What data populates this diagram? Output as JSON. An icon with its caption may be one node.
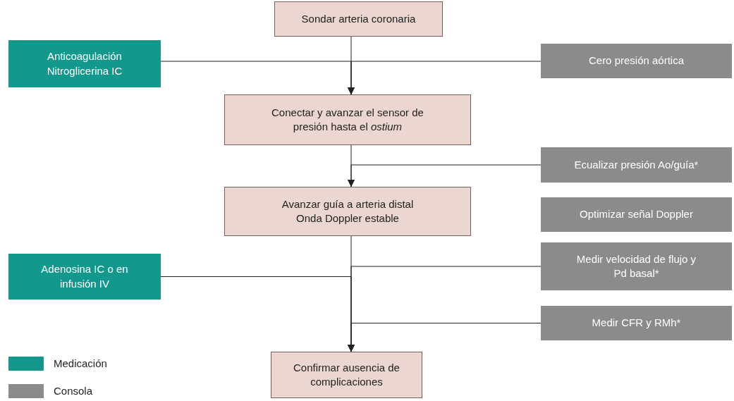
{
  "diagram": {
    "nodes": [
      {
        "text": [
          "Sondar arteria coronaria"
        ]
      },
      {
        "text": [
          "Anticoagulación Nitroglicerina IC"
        ]
      },
      {
        "text": [
          "Cero presión aórtica"
        ]
      },
      {
        "text": [
          "Conectar y avanzar el sensor de presión hasta el *ostium*"
        ]
      },
      {
        "text": [
          "Ecualizar presión Ao/guía*"
        ]
      },
      {
        "text": [
          "Avanzar guía a arteria distal Onda Doppler estable"
        ]
      },
      {
        "text": [
          "Optimizar señal Doppler"
        ]
      },
      {
        "text": [
          "Medir velocidad de flujo y Pd basal*"
        ]
      },
      {
        "text": [
          "Adenosina IC o en infusión IV"
        ]
      },
      {
        "text": [
          "Medir CFR y RMh*"
        ]
      },
      {
        "text": [
          "Confirmar ausencia de complicaciones"
        ]
      }
    ],
    "edges": [
      {
        "from": 0,
        "to": 3,
        "arrow": "to"
      },
      {
        "from": 1,
        "to": 3,
        "arrow": "to"
      },
      {
        "from": 2,
        "to": 3,
        "arrow": "to"
      },
      {
        "from": 3,
        "to": 5,
        "arrow": "to"
      },
      {
        "from": 4,
        "to": 5,
        "arrow": "to"
      },
      {
        "from": 5,
        "to": 10,
        "arrow": "to"
      },
      {
        "from": 7,
        "to": 10,
        "arrow": "to"
      },
      {
        "from": 8,
        "to": 10,
        "arrow": "to"
      },
      {
        "from": 9,
        "to": 10,
        "arrow": "to"
      }
    ],
    "legend": [
      {
        "text": "Medicación",
        "color": "#12988c"
      },
      {
        "text": "Consola",
        "color": "#8b8b8d"
      }
    ]
  }
}
